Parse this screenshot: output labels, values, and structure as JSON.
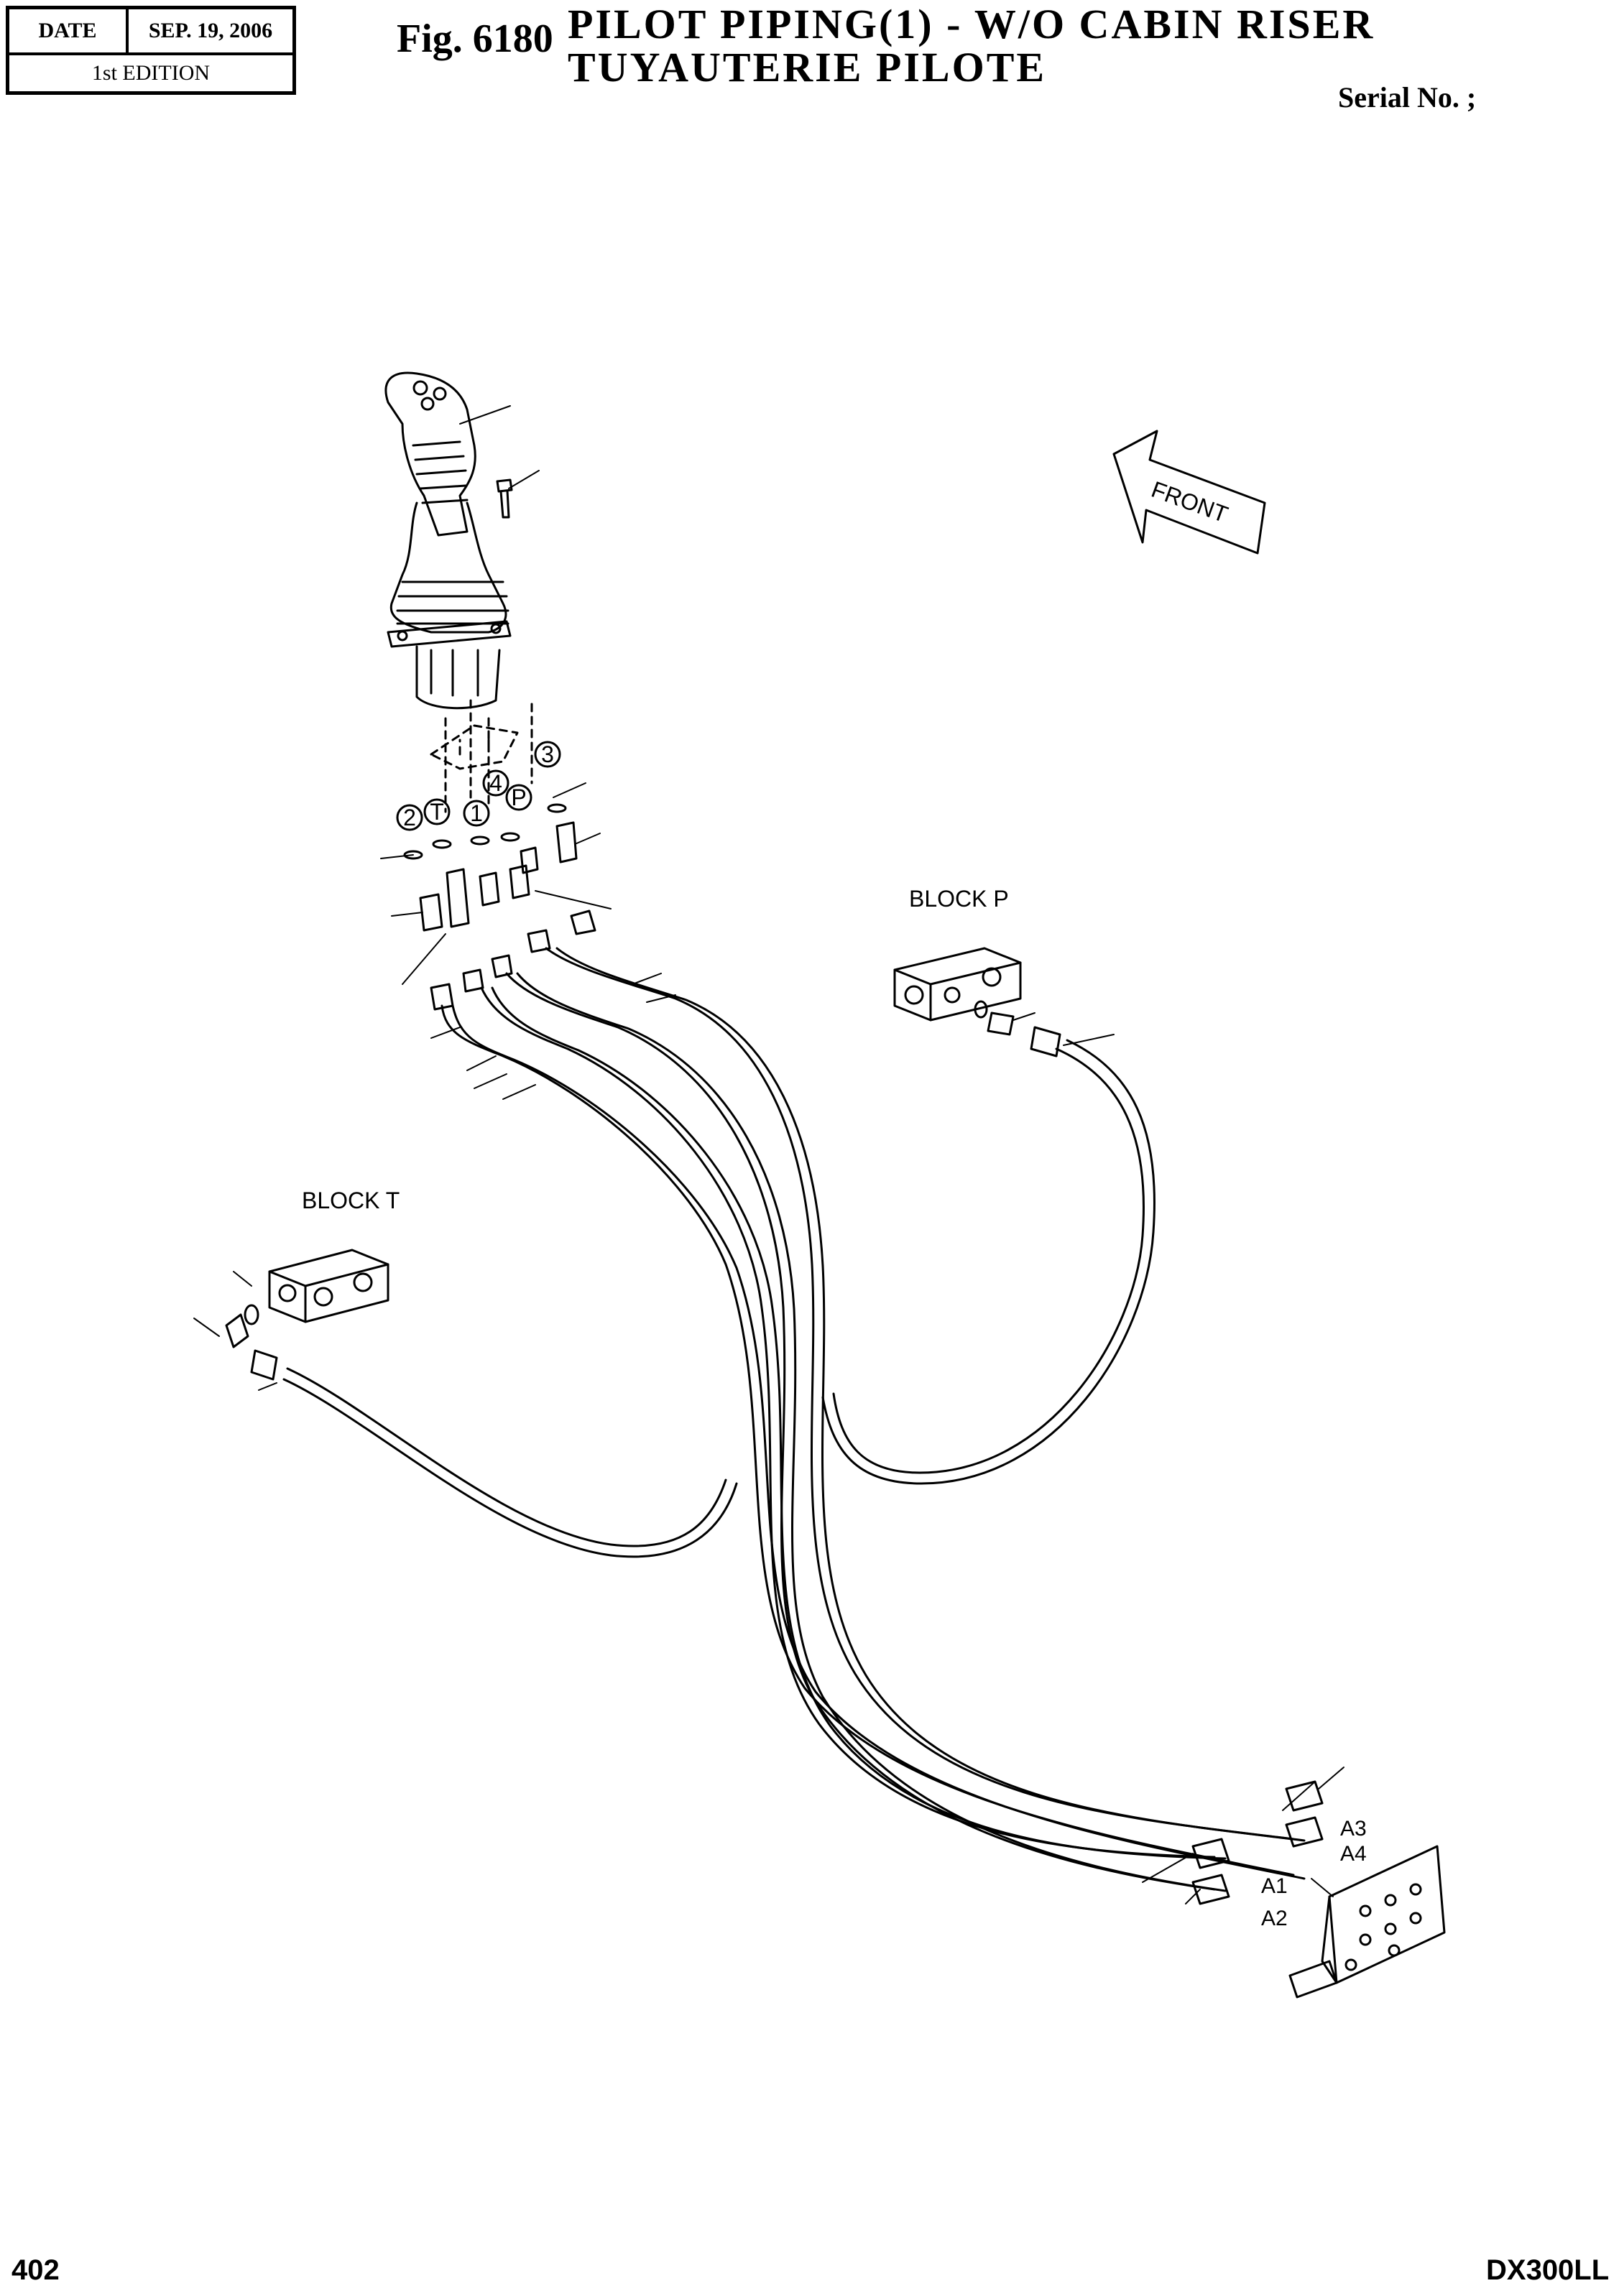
{
  "header": {
    "date_label": "DATE",
    "date_value": "SEP. 19, 2006",
    "edition": "1st EDITION",
    "fig_number": "Fig. 6180",
    "title_line1": "PILOT  PIPING(1)  -  W/O  CABIN  RISER",
    "title_line2": "TUYAUTERIE  PILOTE",
    "serial": "Serial No. ;"
  },
  "footer": {
    "page_number": "402",
    "model": "DX300LL"
  },
  "diagram": {
    "front_label": "FRONT",
    "block_p_label": "BLOCK  P",
    "block_t_label": "BLOCK  T",
    "port_circles": [
      "2",
      "T",
      "1",
      "4",
      "P",
      "3"
    ],
    "outlet_labels": [
      "A3",
      "A4",
      "A1",
      "A2"
    ]
  }
}
